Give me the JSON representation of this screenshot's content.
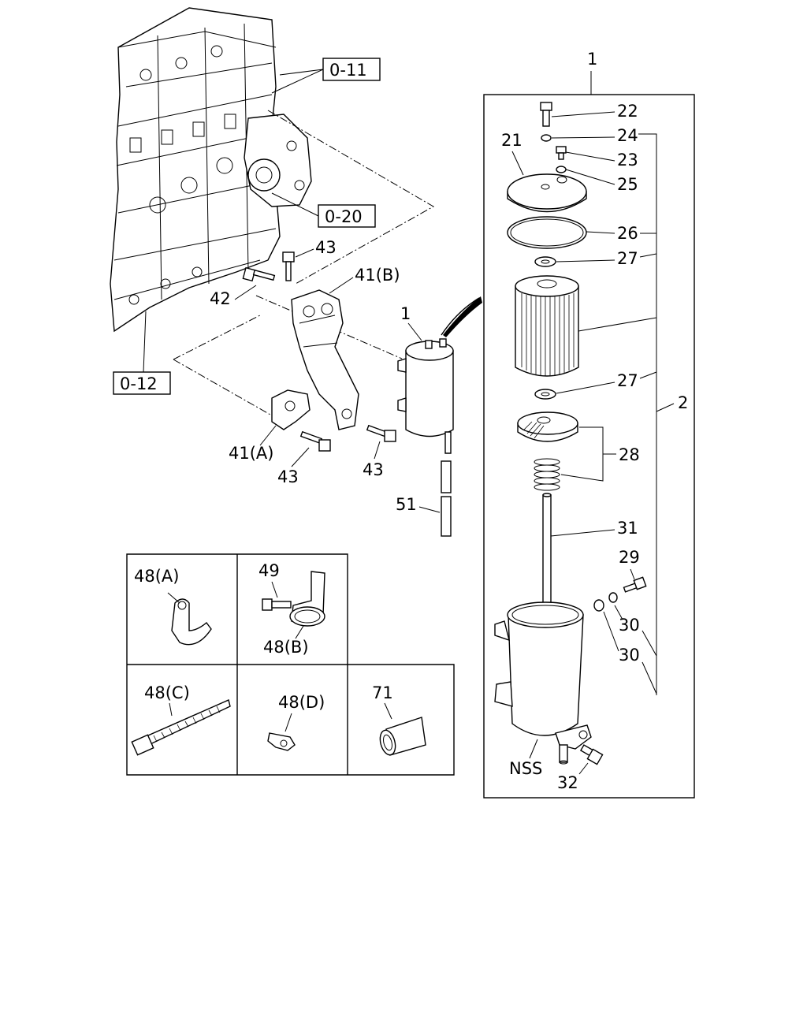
{
  "references": {
    "ref_0_11": "0-11",
    "ref_0_20": "0-20",
    "ref_0_12": "0-12"
  },
  "engine_labels": {
    "bolt_43_top": "43",
    "bolt_42": "42",
    "bracket_41b": "41(B)",
    "bracket_41a": "41(A)",
    "bolt_43_left": "43",
    "bolt_43_right": "43",
    "filter_assy_1": "1",
    "pipe_51": "51"
  },
  "filter_panel": {
    "assy_1": "1",
    "assy_2": "2",
    "p22": "22",
    "p24": "24",
    "p21": "21",
    "p23": "23",
    "p25": "25",
    "p26": "26",
    "p27a": "27",
    "p27b": "27",
    "p28": "28",
    "p31": "31",
    "p29": "29",
    "p30a": "30",
    "p30b": "30",
    "nss": "NSS",
    "p32": "32"
  },
  "inset_grid": {
    "cell_48a": "48(A)",
    "cell_49": "49",
    "cell_48b": "48(B)",
    "cell_48c": "48(C)",
    "cell_48d": "48(D)",
    "cell_71": "71"
  }
}
